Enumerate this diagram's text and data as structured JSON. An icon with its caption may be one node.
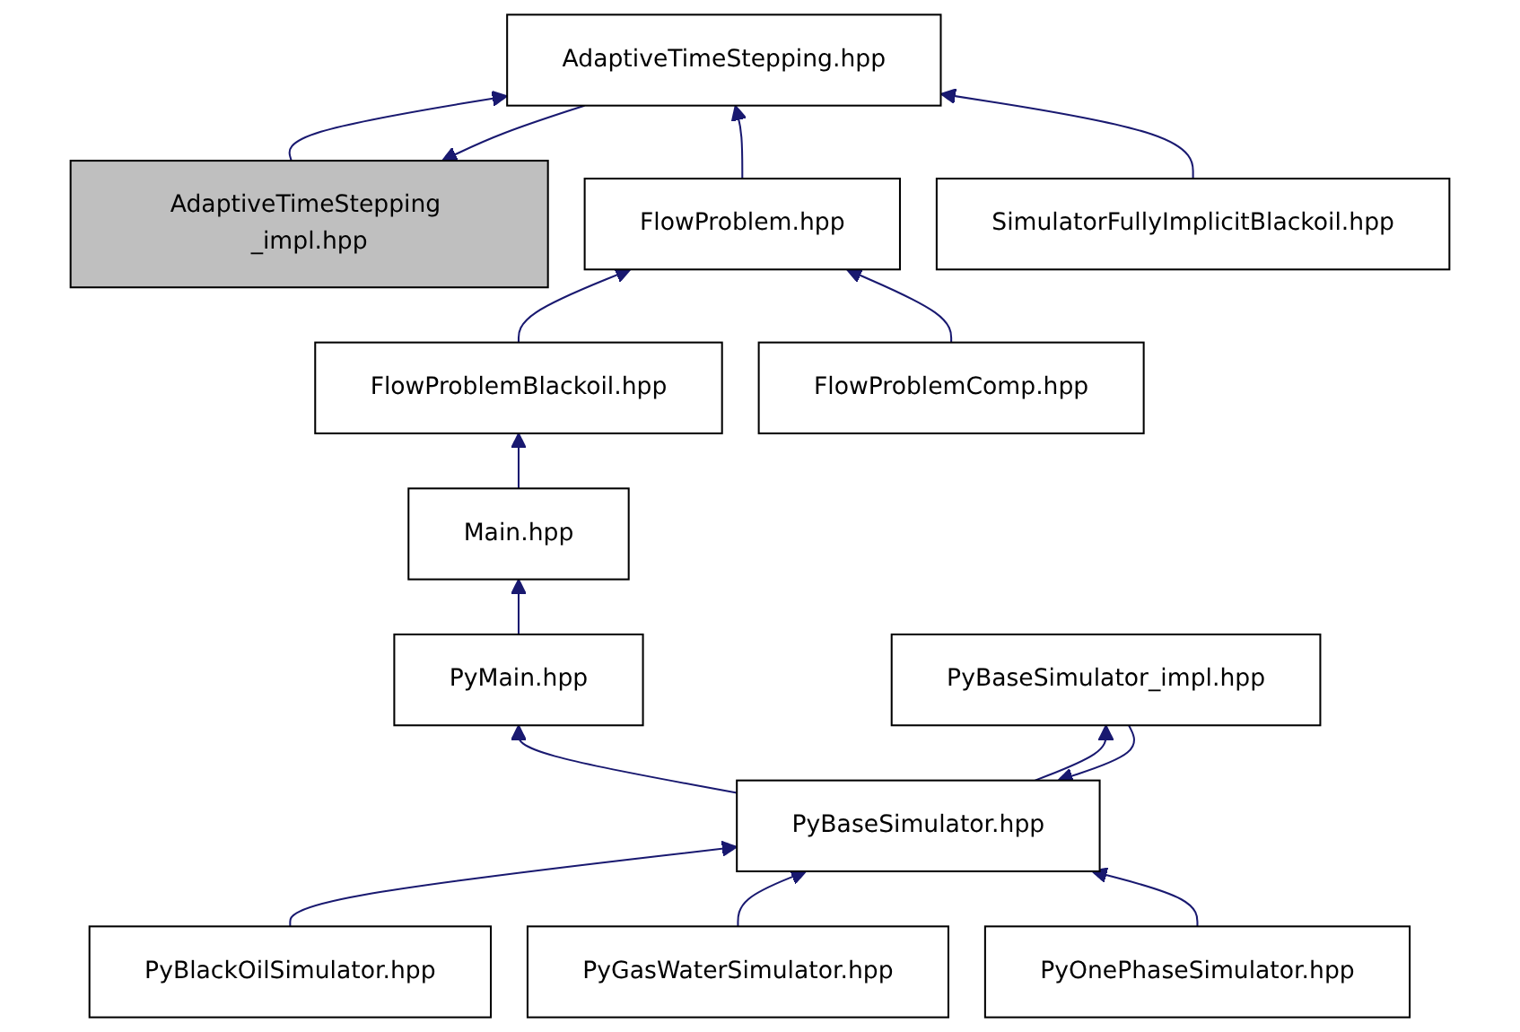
{
  "diagram": {
    "nodes": [
      {
        "text": [
          "AdaptiveTimeStepping _impl.hpp"
        ]
      },
      {
        "text": [
          "AdaptiveTimeStepping.hpp"
        ]
      },
      {
        "text": [
          "FlowProblem.hpp"
        ]
      },
      {
        "text": [
          "SimulatorFullyImplicitBlackoil.hpp"
        ]
      },
      {
        "text": [
          "FlowProblemBlackoil.hpp"
        ]
      },
      {
        "text": [
          "FlowProblemComp.hpp"
        ]
      },
      {
        "text": [
          "Main.hpp"
        ]
      },
      {
        "text": [
          "PyMain.hpp"
        ]
      },
      {
        "text": [
          "PyBaseSimulator.hpp"
        ]
      },
      {
        "text": [
          "PyBaseSimulator_impl.hpp"
        ]
      },
      {
        "text": [
          "PyBlackOilSimulator.hpp"
        ]
      },
      {
        "text": [
          "PyGasWaterSimulator.hpp"
        ]
      },
      {
        "text": [
          "PyOnePhaseSimulator.hpp"
        ]
      }
    ],
    "edges": [
      {
        "from": 1,
        "to": 0,
        "arrow": "to"
      },
      {
        "from": 0,
        "to": 1,
        "arrow": "to"
      },
      {
        "from": 2,
        "to": 1,
        "arrow": "to"
      },
      {
        "from": 3,
        "to": 1,
        "arrow": "to"
      },
      {
        "from": 4,
        "to": 2,
        "arrow": "to"
      },
      {
        "from": 5,
        "to": 2,
        "arrow": "to"
      },
      {
        "from": 6,
        "to": 4,
        "arrow": "to"
      },
      {
        "from": 7,
        "to": 6,
        "arrow": "to"
      },
      {
        "from": 8,
        "to": 7,
        "arrow": "to"
      },
      {
        "from": 9,
        "to": 8,
        "arrow": "to"
      },
      {
        "from": 8,
        "to": 9,
        "arrow": "to"
      },
      {
        "from": 10,
        "to": 8,
        "arrow": "to"
      },
      {
        "from": 11,
        "to": 8,
        "arrow": "to"
      },
      {
        "from": 12,
        "to": 8,
        "arrow": "to"
      }
    ]
  }
}
